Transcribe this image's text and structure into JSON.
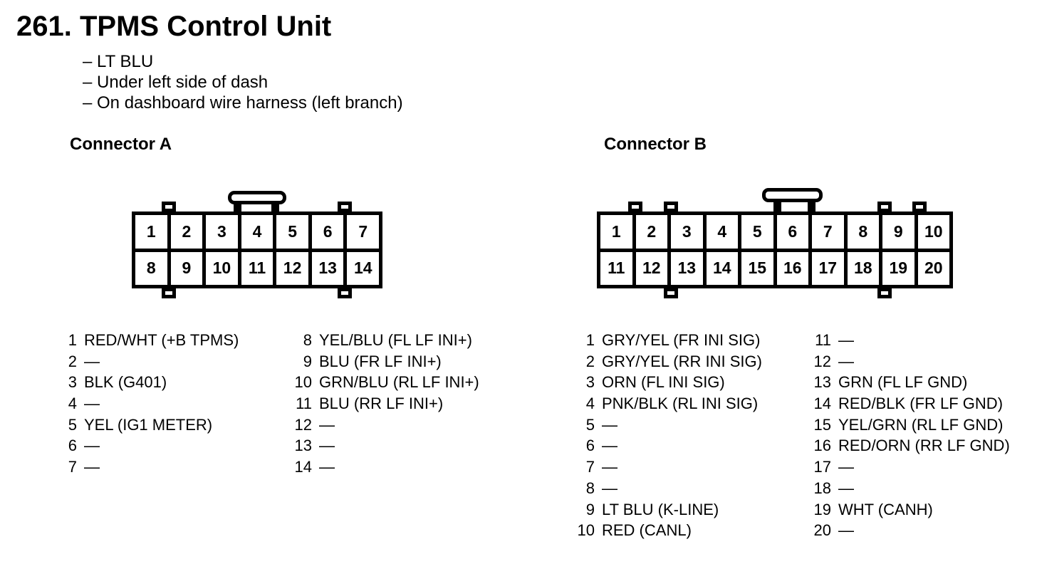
{
  "page": {
    "title": "261. TPMS Control Unit",
    "location_notes": [
      "– LT BLU",
      "– Under left side of dash",
      "– On dashboard wire harness (left branch)"
    ],
    "ink_color": "#000000",
    "paper_color": "#ffffff"
  },
  "connector_a": {
    "heading": "Connector A",
    "pin_rows": [
      [
        "1",
        "2",
        "3",
        "4",
        "5",
        "6",
        "7"
      ],
      [
        "8",
        "9",
        "10",
        "11",
        "12",
        "13",
        "14"
      ]
    ],
    "pin_assignments": {
      "column_1": [
        {
          "pin": "1",
          "label": "RED/WHT (+B TPMS)"
        },
        {
          "pin": "2",
          "label": "—"
        },
        {
          "pin": "3",
          "label": "BLK (G401)"
        },
        {
          "pin": "4",
          "label": "—"
        },
        {
          "pin": "5",
          "label": "YEL (IG1 METER)"
        },
        {
          "pin": "6",
          "label": "—"
        },
        {
          "pin": "7",
          "label": "—"
        }
      ],
      "column_2": [
        {
          "pin": "8",
          "label": "YEL/BLU (FL LF INI+)"
        },
        {
          "pin": "9",
          "label": "BLU (FR LF INI+)"
        },
        {
          "pin": "10",
          "label": "GRN/BLU (RL LF INI+)"
        },
        {
          "pin": "11",
          "label": "BLU (RR LF INI+)"
        },
        {
          "pin": "12",
          "label": "—"
        },
        {
          "pin": "13",
          "label": "—"
        },
        {
          "pin": "14",
          "label": "—"
        }
      ]
    }
  },
  "connector_b": {
    "heading": "Connector B",
    "pin_rows": [
      [
        "1",
        "2",
        "3",
        "4",
        "5",
        "6",
        "7",
        "8",
        "9",
        "10"
      ],
      [
        "11",
        "12",
        "13",
        "14",
        "15",
        "16",
        "17",
        "18",
        "19",
        "20"
      ]
    ],
    "pin_assignments": {
      "column_1": [
        {
          "pin": "1",
          "label": "GRY/YEL (FR INI SIG)"
        },
        {
          "pin": "2",
          "label": "GRY/YEL (RR INI SIG)"
        },
        {
          "pin": "3",
          "label": "ORN (FL INI SIG)"
        },
        {
          "pin": "4",
          "label": "PNK/BLK (RL INI SIG)"
        },
        {
          "pin": "5",
          "label": "—"
        },
        {
          "pin": "6",
          "label": "—"
        },
        {
          "pin": "7",
          "label": "—"
        },
        {
          "pin": "8",
          "label": "—"
        },
        {
          "pin": "9",
          "label": "LT BLU (K-LINE)"
        },
        {
          "pin": "10",
          "label": "RED (CANL)"
        }
      ],
      "column_2": [
        {
          "pin": "11",
          "label": "—"
        },
        {
          "pin": "12",
          "label": "—"
        },
        {
          "pin": "13",
          "label": "GRN (FL LF GND)"
        },
        {
          "pin": "14",
          "label": "RED/BLK (FR LF GND)"
        },
        {
          "pin": "15",
          "label": "YEL/GRN (RL LF GND)"
        },
        {
          "pin": "16",
          "label": "RED/ORN (RR LF GND)"
        },
        {
          "pin": "17",
          "label": "—"
        },
        {
          "pin": "18",
          "label": "—"
        },
        {
          "pin": "19",
          "label": "WHT (CANH)"
        },
        {
          "pin": "20",
          "label": "—"
        }
      ]
    }
  }
}
